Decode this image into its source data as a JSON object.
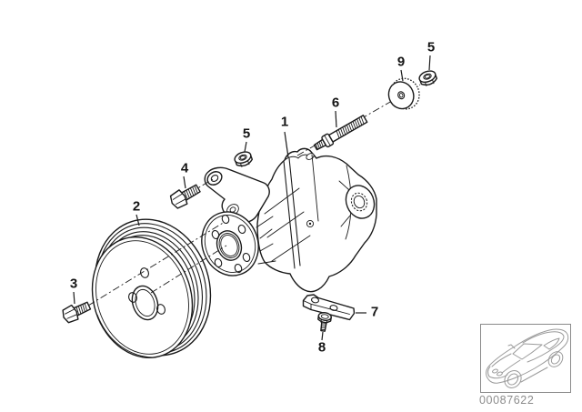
{
  "diagram": {
    "callouts": [
      {
        "label": "1"
      },
      {
        "label": "2"
      },
      {
        "label": "3"
      },
      {
        "label": "4"
      },
      {
        "label": "5"
      },
      {
        "label": "5"
      },
      {
        "label": "6"
      },
      {
        "label": "7"
      },
      {
        "label": "8"
      },
      {
        "label": "9"
      }
    ],
    "doc_number": "00087622",
    "icons": {
      "car_thumbnail": "sedan-three-quarter-outline-icon"
    },
    "colors": {
      "line": "#1a1a1a",
      "muted": "#8c8c8c",
      "car_line": "#9b9b9b",
      "box_line": "#8a8a8a"
    }
  }
}
